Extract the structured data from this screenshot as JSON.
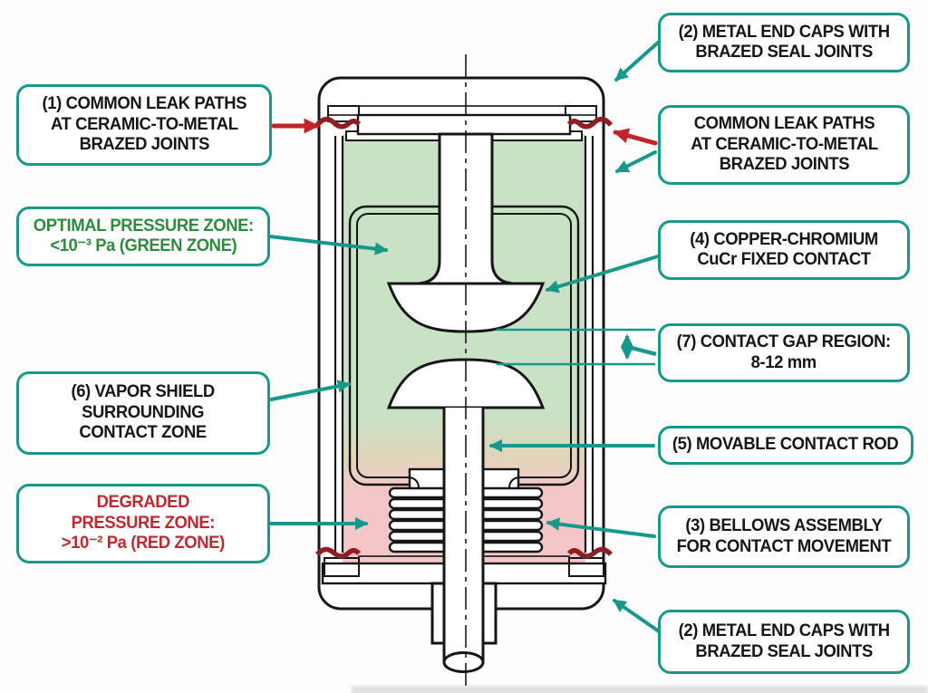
{
  "colors": {
    "accent_teal": "#17988a",
    "arrow_red": "#c2242c",
    "seal_red": "#8e1e24",
    "text_green": "#2e8b3e",
    "text_red": "#c12730",
    "zone_green": "#c9e2c5",
    "zone_tan": "#e0d5ba",
    "zone_pink": "#f5c6c8",
    "ink": "#161616"
  },
  "callouts": {
    "left": [
      {
        "label": "(1) COMMON LEAK PATHS\nAT CERAMIC-TO-METAL\nBRAZED JOINTS"
      },
      {
        "label": "OPTIMAL PRESSURE ZONE:\n<10⁻³ Pa (GREEN ZONE)"
      },
      {
        "label": "(6) VAPOR SHIELD\nSURROUNDING\nCONTACT ZONE"
      },
      {
        "label": "DEGRADED\nPRESSURE ZONE:\n>10⁻² Pa (RED ZONE)"
      }
    ],
    "right": [
      {
        "label": "(2) METAL END CAPS WITH\nBRAZED SEAL JOINTS"
      },
      {
        "label": "COMMON LEAK PATHS\nAT CERAMIC-TO-METAL\nBRAZED JOINTS"
      },
      {
        "label": "(4) COPPER-CHROMIUM\nCuCr FIXED CONTACT"
      },
      {
        "label": "(7) CONTACT GAP REGION:\n8-12 mm"
      },
      {
        "label": "(5) MOVABLE CONTACT ROD"
      },
      {
        "label": "(3) BELLOWS ASSEMBLY\nFOR CONTACT MOVEMENT"
      },
      {
        "label": "(2) METAL END CAPS WITH\nBRAZED SEAL JOINTS"
      }
    ]
  },
  "dimension": {
    "contact_gap": "8-12 mm"
  }
}
